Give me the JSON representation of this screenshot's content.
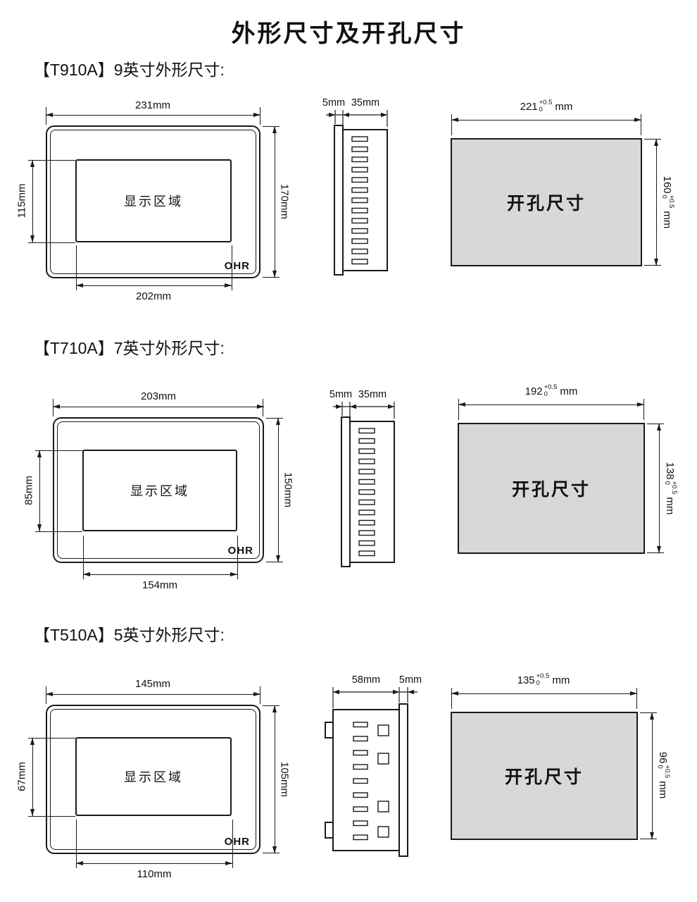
{
  "title": "外形尺寸及开孔尺寸",
  "colors": {
    "line": "#1a1a1a",
    "cutout_fill": "#d8d8d8"
  },
  "sections": [
    {
      "id": "T910A",
      "heading": "【T910A】9英寸外形尺寸:",
      "front": {
        "display_label": "显示区域",
        "logo": "OHR",
        "dim_top": "231mm",
        "dim_right": "170mm",
        "dim_left": "115mm",
        "dim_bottom": "202mm"
      },
      "side": {
        "dims": [
          "5mm",
          "35mm"
        ]
      },
      "cutout": {
        "label": "开孔尺寸",
        "width": {
          "value": "221",
          "tol_plus": "+0.5",
          "tol_minus": "0",
          "unit": "mm"
        },
        "height": {
          "value": "160",
          "tol_plus": "+0.5",
          "tol_minus": "0",
          "unit": "mm"
        }
      }
    },
    {
      "id": "T710A",
      "heading": "【T710A】7英寸外形尺寸:",
      "front": {
        "display_label": "显示区域",
        "logo": "OHR",
        "dim_top": "203mm",
        "dim_right": "150mm",
        "dim_left": "85mm",
        "dim_bottom": "154mm"
      },
      "side": {
        "dims": [
          "5mm",
          "35mm"
        ]
      },
      "cutout": {
        "label": "开孔尺寸",
        "width": {
          "value": "192",
          "tol_plus": "+0.5",
          "tol_minus": "0",
          "unit": "mm"
        },
        "height": {
          "value": "138",
          "tol_plus": "+0.5",
          "tol_minus": "0",
          "unit": "mm"
        }
      }
    },
    {
      "id": "T510A",
      "heading": "【T510A】5英寸外形尺寸:",
      "front": {
        "display_label": "显示区域",
        "logo": "OHR",
        "dim_top": "145mm",
        "dim_right": "105mm",
        "dim_left": "67mm",
        "dim_bottom": "110mm"
      },
      "side": {
        "dims": [
          "58mm",
          "5mm"
        ]
      },
      "cutout": {
        "label": "开孔尺寸",
        "width": {
          "value": "135",
          "tol_plus": "+0.5",
          "tol_minus": "0",
          "unit": "mm"
        },
        "height": {
          "value": "96",
          "tol_plus": "+0.5",
          "tol_minus": "0",
          "unit": "mm"
        }
      }
    }
  ]
}
